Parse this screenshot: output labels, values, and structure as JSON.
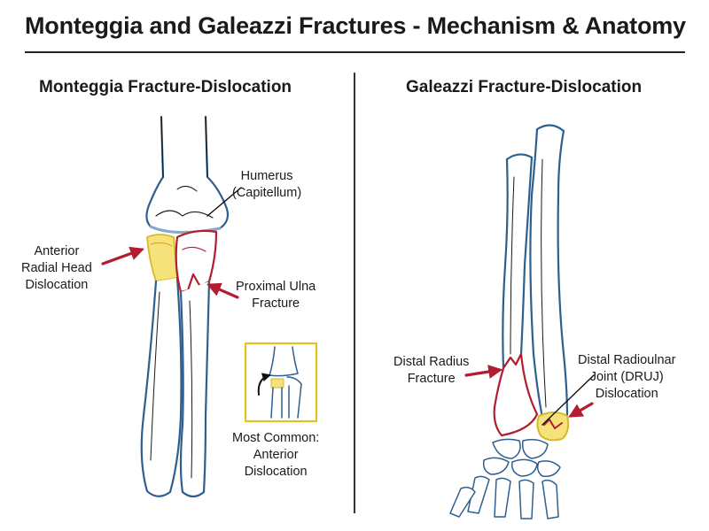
{
  "title": "Monteggia and Galeazzi Fractures - Mechanism & Anatomy",
  "left_panel": {
    "heading": "Monteggia Fracture-Dislocation",
    "labels": {
      "humerus": [
        "Humerus",
        "(Capitellum)"
      ],
      "radial_head": [
        "Anterior",
        "Radial Head",
        "Dislocation"
      ],
      "ulna_fracture": [
        "Proximal Ulna",
        "Fracture"
      ],
      "inset_caption": [
        "Most Common:",
        "Anterior",
        "Dislocation"
      ]
    }
  },
  "right_panel": {
    "heading": "Galeazzi Fracture-Dislocation",
    "labels": {
      "radius_fracture": [
        "Distal Radius",
        "Fracture"
      ],
      "druj": [
        "Distal Radioulnar",
        "Joint (DRUJ)",
        "Dislocation"
      ]
    }
  },
  "colors": {
    "bone_outline": "#2e5f8f",
    "bone_fill": "#ffffff",
    "fracture_red": "#b21e2f",
    "highlight_yellow": "#f5e27a",
    "inset_border": "#e2c020"
  },
  "icons": [
    "arrow-icon",
    "curved-arrow-icon"
  ]
}
